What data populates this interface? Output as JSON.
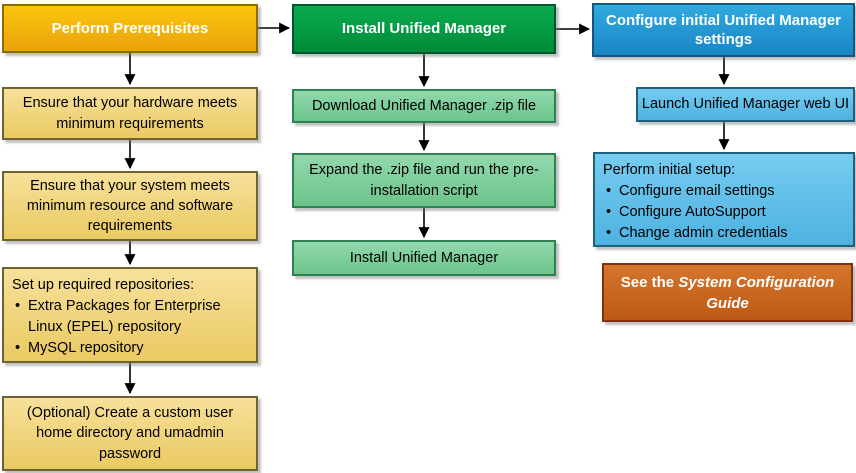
{
  "bullet_char": "•",
  "columns": [
    {
      "header": "Perform Prerequisites",
      "steps": [
        {
          "text": "Ensure that your hardware meets minimum requirements"
        },
        {
          "text": "Ensure that your system meets minimum resource and software requirements"
        },
        {
          "title": "Set up required repositories:",
          "bullets": [
            "Extra Packages for Enterprise Linux (EPEL) repository",
            "MySQL repository"
          ]
        },
        {
          "text": "(Optional) Create a custom user home directory and umadmin password"
        }
      ]
    },
    {
      "header": "Install Unified Manager",
      "steps": [
        {
          "text": "Download Unified Manager .zip file"
        },
        {
          "text": "Expand the .zip file and run the pre-installation script"
        },
        {
          "text": "Install Unified Manager"
        }
      ]
    },
    {
      "header": "Configure initial Unified Manager settings",
      "steps": [
        {
          "text": "Launch Unified Manager web UI"
        },
        {
          "title": "Perform initial setup:",
          "bullets": [
            "Configure email settings",
            "Configure AutoSupport",
            "Change admin credentials"
          ]
        }
      ],
      "note": {
        "prefix": "See the ",
        "title": "System Configuration Guide"
      }
    }
  ],
  "colors": {
    "gold_header": "#F2B705",
    "tan_step": "#F1D77E",
    "green_header": "#009A43",
    "green_step": "#7FCE9B",
    "blue_header": "#2397D3",
    "blue_step": "#5FBEE7",
    "orange_note": "#C4641E",
    "arrow": "#000000",
    "text_dark": "#000000",
    "text_light": "#FFFFFF"
  }
}
